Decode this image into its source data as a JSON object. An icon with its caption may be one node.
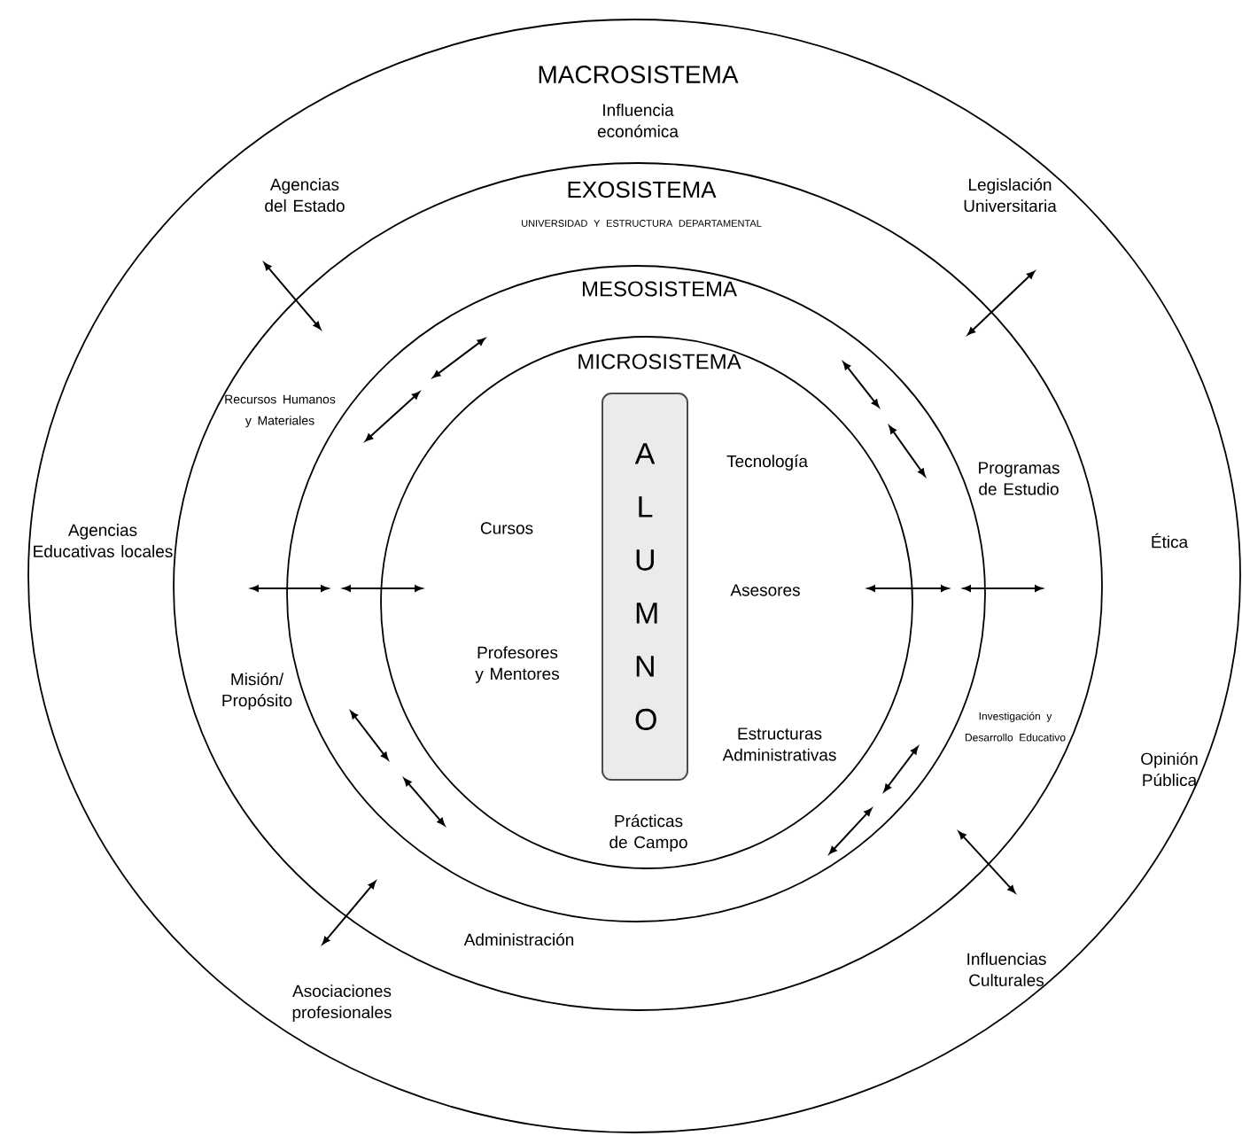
{
  "diagram": {
    "nodes": [
      {
        "text": [
          "MACROSISTEMA",
          "Influencia económica",
          "Agencias del Estado",
          "Legislación Universitaria",
          "Agencias Educativas locales",
          "Ética",
          "Opinión Pública",
          "Asociaciones profesionales",
          "Influencias Culturales"
        ]
      },
      {
        "text": [
          "EXOSISTEMA",
          "UNIVERSIDAD Y ESTRUCTURA DEPARTAMENTAL",
          "Recursos Humanos y Materiales",
          "Programas de Estudio",
          "Misión/ Propósito",
          "Investigación y Desarrollo Educativo",
          "Administración"
        ],
        "in": 0
      },
      {
        "text": [
          "MESOSISTEMA"
        ],
        "in": 1
      },
      {
        "text": [
          "MICROSISTEMA",
          "Tecnología",
          "Cursos",
          "Asesores",
          "Profesores y Mentores",
          "Estructuras Administrativas",
          "Prácticas de Campo"
        ],
        "in": 2
      },
      {
        "text": [
          "A L U M N O"
        ],
        "in": 3
      }
    ]
  }
}
